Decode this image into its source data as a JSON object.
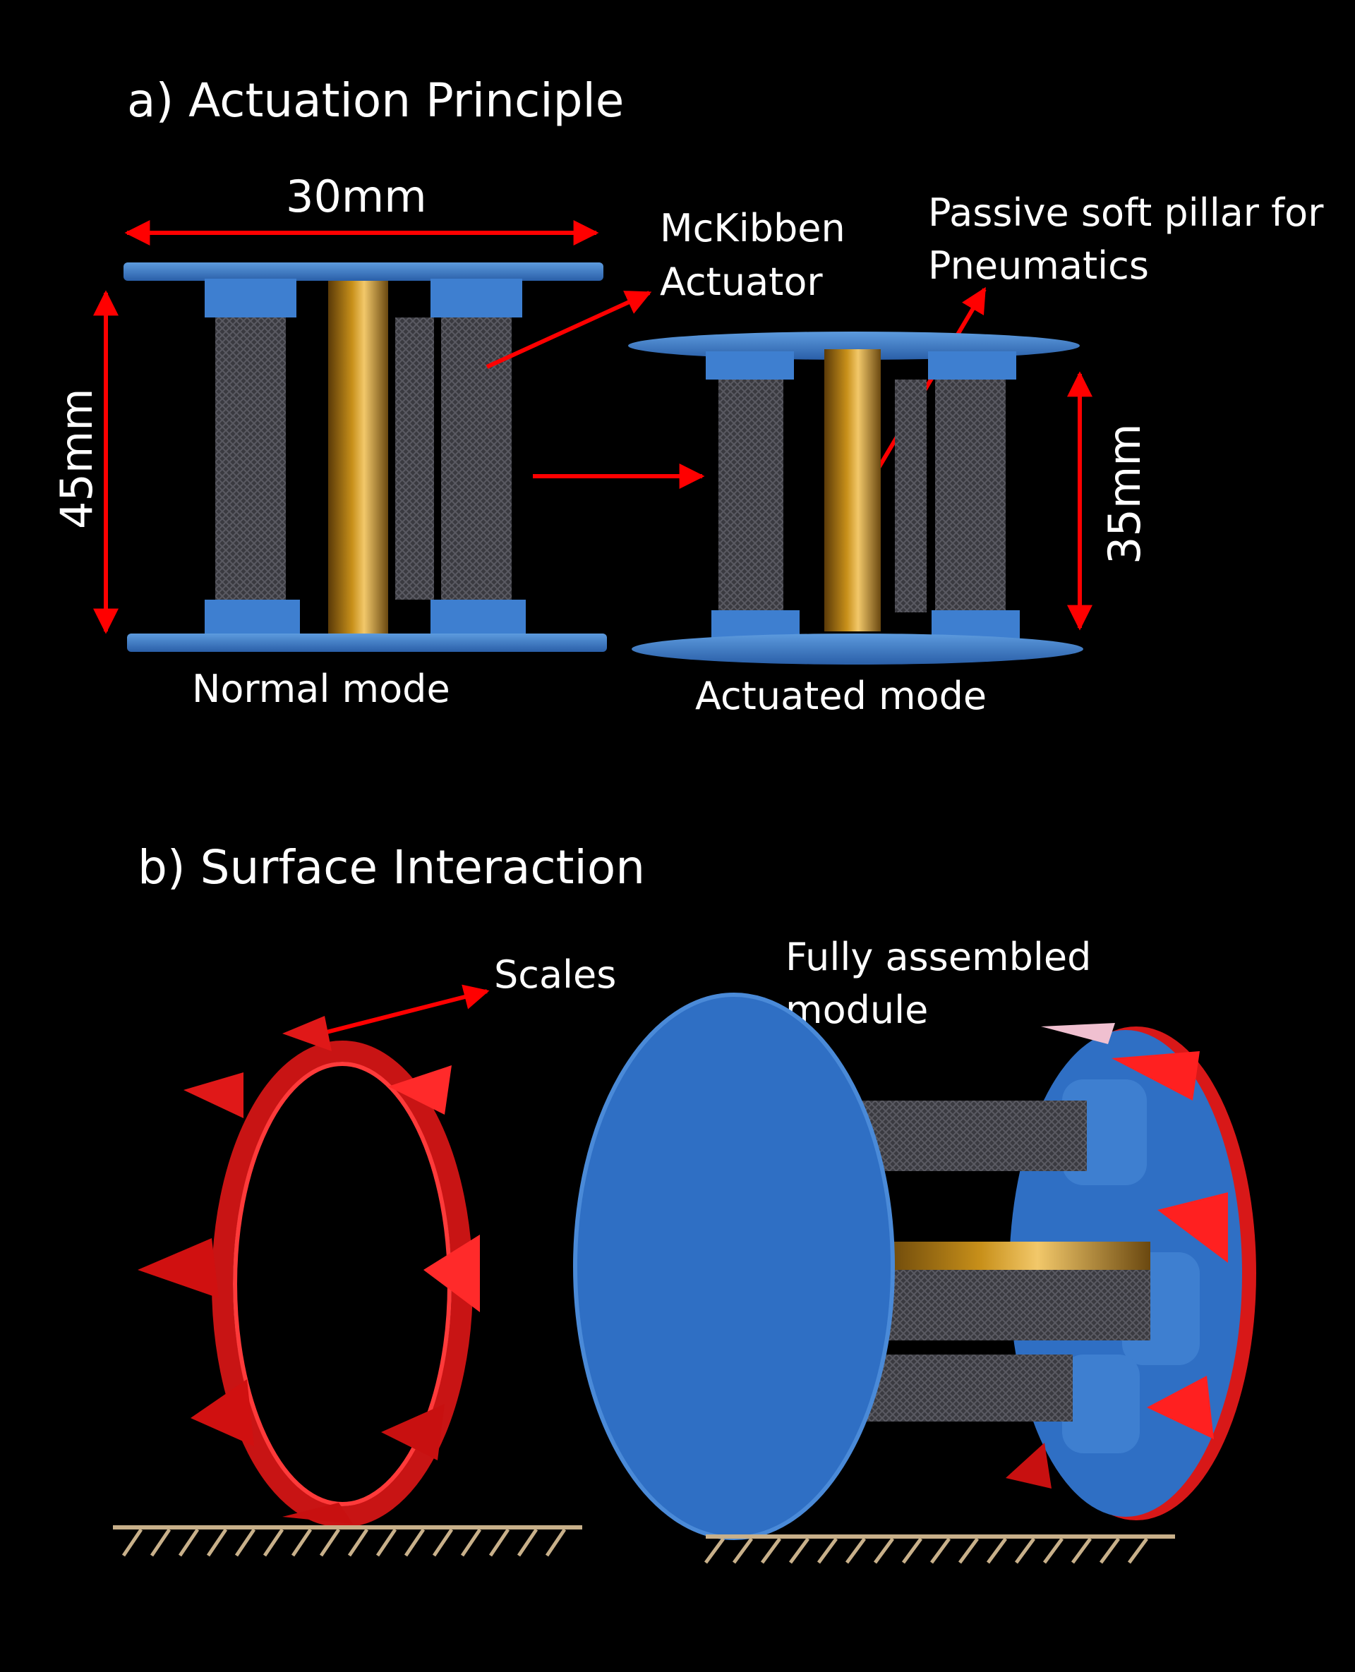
{
  "panel_a": {
    "title": "a) Actuation Principle",
    "dim_width": "30mm",
    "dim_height_normal": "45mm",
    "dim_height_actuated": "35mm",
    "label_mckibben_line1": "McKibben",
    "label_mckibben_line2": "Actuator",
    "label_pillar_line1": "Passive soft pillar for",
    "label_pillar_line2": "Pneumatics",
    "caption_normal": "Normal mode",
    "caption_actuated": "Actuated mode"
  },
  "panel_b": {
    "title": "b) Surface Interaction",
    "label_scales": "Scales",
    "label_module_line1": "Fully assembled",
    "label_module_line2": "module"
  },
  "colors": {
    "background": "#000000",
    "plate_blue": "#2f6fc4",
    "arrow_red": "#ff0000",
    "ring_red": "#d81818",
    "pillar_amber": "#b8860b",
    "ground_hatch": "#c8b08a",
    "braid": "#3a3a40"
  }
}
